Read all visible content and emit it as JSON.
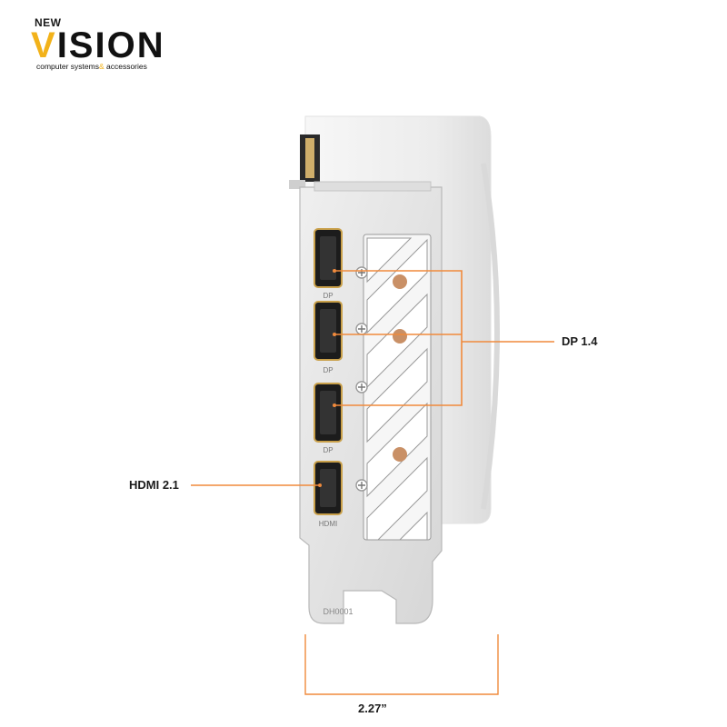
{
  "logo": {
    "new": "NEW",
    "brand_first": "V",
    "brand_rest": "ISION",
    "tagline_a": "computer systems",
    "tagline_amp": "&",
    "tagline_b": " accessories"
  },
  "callouts": {
    "dp": "DP 1.4",
    "hdmi": "HDMI 2.1",
    "width": "2.27”"
  },
  "bracket": {
    "port_label_dp": "DP",
    "port_label_hdmi": "HDMI",
    "stamp": "DH0001"
  },
  "colors": {
    "accent": "#f08a3c",
    "brand_yellow": "#f2b21a",
    "metal": "#e4e4e4"
  }
}
